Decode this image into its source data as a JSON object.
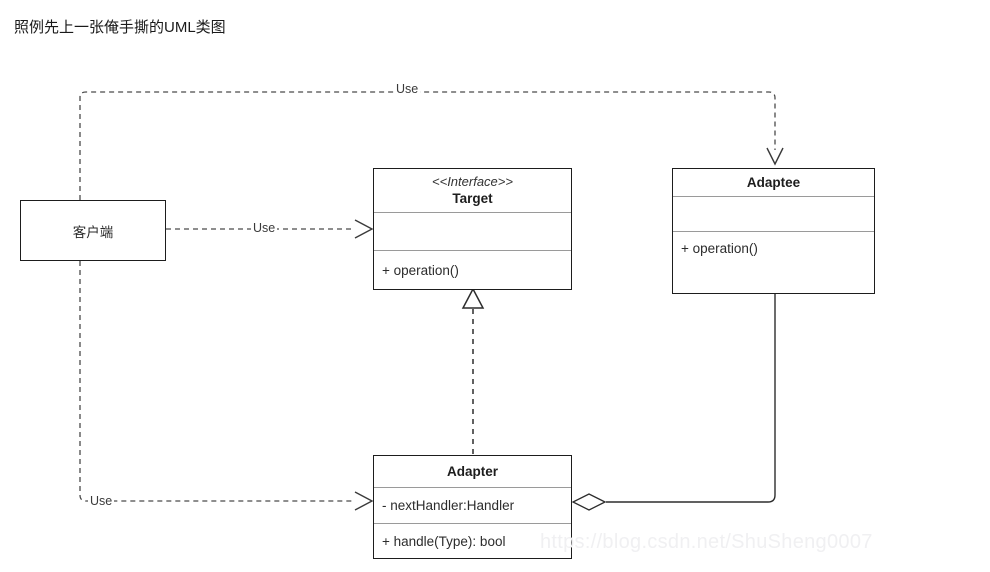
{
  "page": {
    "heading": "照例先上一张俺手撕的UML类图",
    "watermark": "https://blog.csdn.net/ShuSheng0007",
    "background_color": "#ffffff",
    "line_color": "#1d1d1d",
    "divider_color": "#9a9a9a"
  },
  "diagram": {
    "type": "uml-class-diagram",
    "nodes": [
      {
        "id": "client",
        "kind": "plain-box",
        "label": "客户端"
      },
      {
        "id": "target",
        "kind": "class-box",
        "stereotype": "<<Interface>>",
        "name": "Target",
        "attributes": [],
        "operations": [
          "+ operation()"
        ]
      },
      {
        "id": "adaptee",
        "kind": "class-box",
        "stereotype": "",
        "name": "Adaptee",
        "attributes": [],
        "operations": [
          "+ operation()"
        ]
      },
      {
        "id": "adapter",
        "kind": "class-box",
        "stereotype": "",
        "name": "Adapter",
        "attributes": [
          "- nextHandler:Handler"
        ],
        "operations": [
          "+ handle(Type): bool"
        ]
      }
    ],
    "edges": [
      {
        "id": "client-uses-target",
        "from": "client",
        "to": "target",
        "label": "Use",
        "style": "dashed",
        "arrow": "open"
      },
      {
        "id": "client-uses-adaptee",
        "from": "client",
        "to": "adaptee",
        "label": "Use",
        "style": "dashed",
        "arrow": "open"
      },
      {
        "id": "client-uses-adapter",
        "from": "client",
        "to": "adapter",
        "label": "Use",
        "style": "dashed",
        "arrow": "open"
      },
      {
        "id": "adapter-realizes-target",
        "from": "adapter",
        "to": "target",
        "label": "",
        "style": "dashed",
        "arrow": "hollow-triangle"
      },
      {
        "id": "adapter-aggregates-adaptee",
        "from": "adapter",
        "to": "adaptee",
        "label": "",
        "style": "solid",
        "arrow": "hollow-diamond"
      }
    ]
  }
}
